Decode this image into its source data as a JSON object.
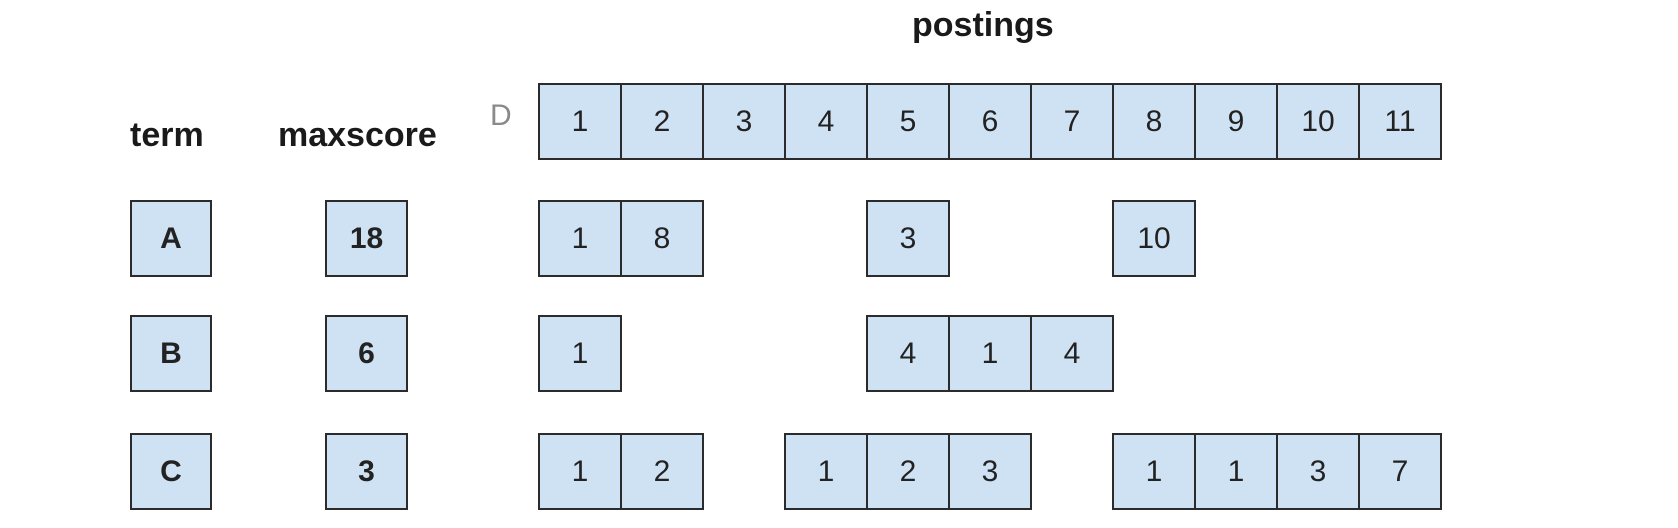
{
  "headers": {
    "postings": "postings",
    "term": "term",
    "maxscore": "maxscore"
  },
  "doc_label": "D",
  "doc_ids": [
    "1",
    "2",
    "3",
    "4",
    "5",
    "6",
    "7",
    "8",
    "9",
    "10",
    "11"
  ],
  "terms": [
    {
      "term": "A",
      "maxscore": "18",
      "postings": [
        {
          "doc": 1,
          "score": "1"
        },
        {
          "doc": 2,
          "score": "8"
        },
        {
          "doc": 5,
          "score": "3"
        },
        {
          "doc": 8,
          "score": "10"
        }
      ]
    },
    {
      "term": "B",
      "maxscore": "6",
      "postings": [
        {
          "doc": 1,
          "score": "1"
        },
        {
          "doc": 5,
          "score": "4"
        },
        {
          "doc": 6,
          "score": "1"
        },
        {
          "doc": 7,
          "score": "4"
        }
      ]
    },
    {
      "term": "C",
      "maxscore": "3",
      "postings": [
        {
          "doc": 1,
          "score": "1"
        },
        {
          "doc": 2,
          "score": "2"
        },
        {
          "doc": 4,
          "score": "1"
        },
        {
          "doc": 5,
          "score": "2"
        },
        {
          "doc": 6,
          "score": "3"
        },
        {
          "doc": 8,
          "score": "1"
        },
        {
          "doc": 9,
          "score": "1"
        },
        {
          "doc": 10,
          "score": "3"
        },
        {
          "doc": 11,
          "score": "7"
        }
      ]
    }
  ],
  "colors": {
    "cell_fill": "#cfe2f3",
    "cell_border": "#2b2b2b"
  }
}
